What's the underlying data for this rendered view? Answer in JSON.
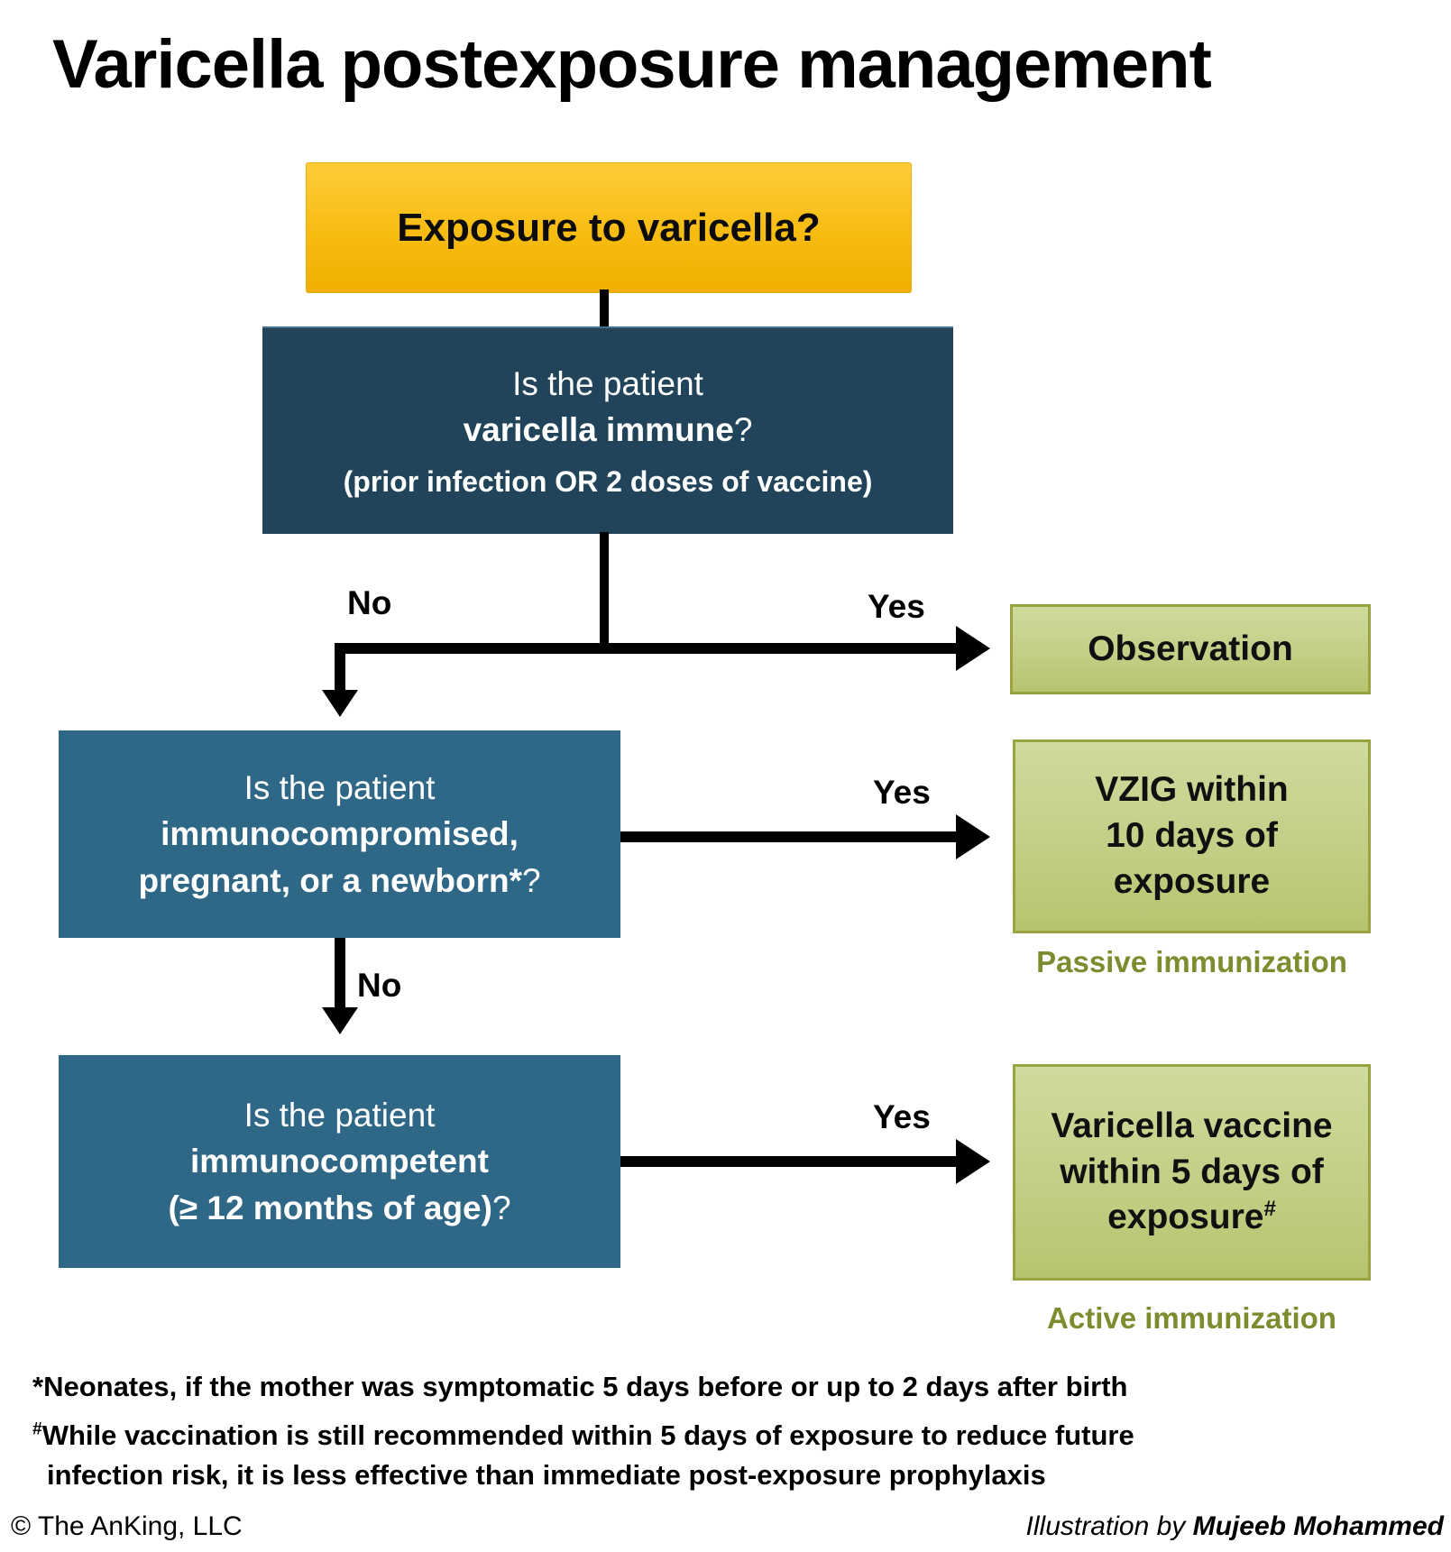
{
  "title": "Varicella postexposure management",
  "colors": {
    "start_gradient_top": "#FFCC3A",
    "start_gradient_bottom": "#EFAF00",
    "question_dark_blue": "#21445A",
    "question_mid_blue": "#2F6787",
    "outcome_green_top": "#CFDA9E",
    "outcome_green_bottom": "#B7C46E",
    "outcome_green_border": "#99A440",
    "immunization_tag_olive": "#7E8C2F",
    "arrow_black": "#000000"
  },
  "flow": {
    "start": {
      "label": "Exposure to varicella?"
    },
    "q_immune": {
      "line1": "Is the patient",
      "line2_bold": "varicella immune",
      "line2_suffix": "?",
      "line3": "(prior infection OR 2 doses of vaccine)"
    },
    "q_compromised": {
      "line1": "Is the patient",
      "line2_bold": "immunocompromised,",
      "line3_bold": "pregnant, or a newborn*",
      "line3_suffix": "?"
    },
    "q_competent": {
      "line1": "Is the patient",
      "line2_bold": "immunocompetent",
      "line3_bold": "(≥ 12 months of age)",
      "line3_suffix": "?"
    },
    "labels": {
      "no1": "No",
      "yes1": "Yes",
      "yes2": "Yes",
      "no2": "No",
      "yes3": "Yes"
    },
    "outcomes": {
      "observation": {
        "label": "Observation"
      },
      "vzig": {
        "line1": "VZIG within",
        "line2": "10 days of",
        "line3": "exposure",
        "tag": "Passive immunization"
      },
      "vaccine": {
        "line1": "Varicella vaccine",
        "line2": "within 5 days of",
        "line3": "exposure",
        "line3_sup": "#",
        "tag": "Active immunization"
      }
    }
  },
  "footnotes": {
    "fn1": "*Neonates, if the mother was symptomatic 5 days before or up to 2 days after birth",
    "fn2_sup": "#",
    "fn2": "While vaccination is still recommended within 5 days of exposure to reduce future",
    "fn3": "infection risk, it is less effective than immediate post-exposure prophylaxis"
  },
  "footer": {
    "copyright": "© The AnKing, LLC",
    "credit_prefix": "Illustration by ",
    "credit_name": "Mujeeb Mohammed"
  }
}
